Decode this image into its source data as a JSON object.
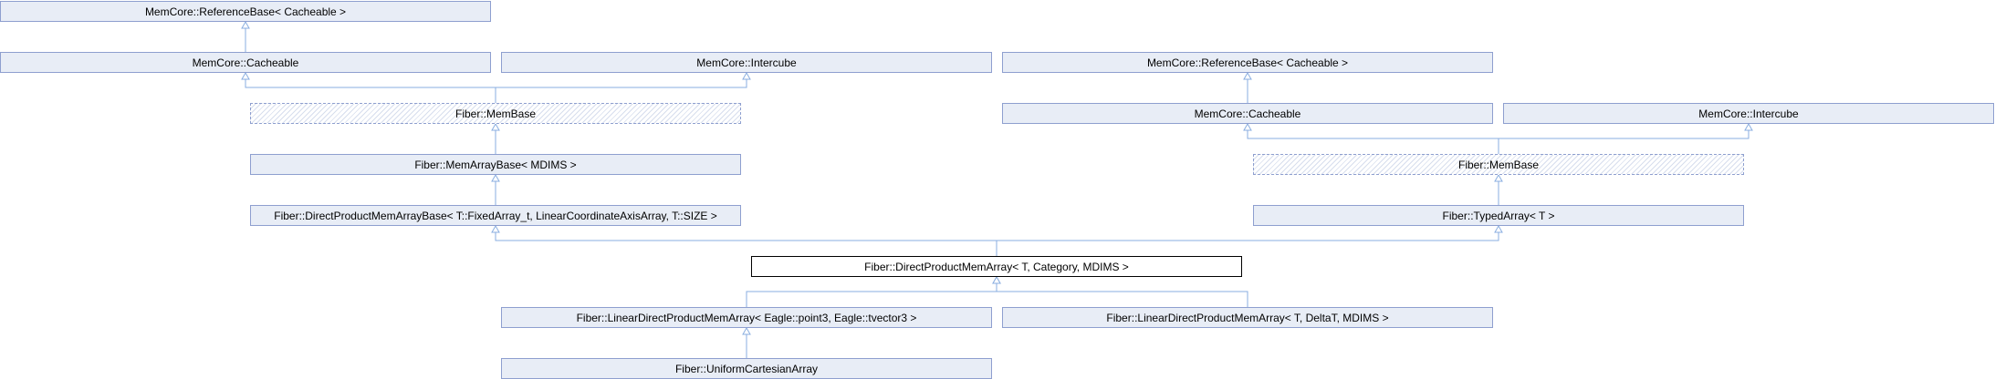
{
  "colors": {
    "edge": "#8aaee0",
    "node_fill": "#e8edf6",
    "node_border": "#8e9fcf",
    "focus_border": "#000000"
  },
  "nodes": {
    "refbase_left": "MemCore::ReferenceBase< Cacheable >",
    "cacheable_left": "MemCore::Cacheable",
    "intercube_left": "MemCore::Intercube",
    "refbase_right": "MemCore::ReferenceBase< Cacheable >",
    "membase_left": "Fiber::MemBase",
    "cacheable_right": "MemCore::Cacheable",
    "intercube_right": "MemCore::Intercube",
    "memarraybase": "Fiber::MemArrayBase< MDIMS >",
    "membase_right": "Fiber::MemBase",
    "directproductbase": "Fiber::DirectProductMemArrayBase< T::FixedArray_t, LinearCoordinateAxisArray, T::SIZE >",
    "typedarray": "Fiber::TypedArray< T >",
    "directproduct": "Fiber::DirectProductMemArray< T, Category, MDIMS >",
    "lineardp_eagle": "Fiber::LinearDirectProductMemArray< Eagle::point3, Eagle::tvector3 >",
    "lineardp_delta": "Fiber::LinearDirectProductMemArray< T, DeltaT, MDIMS >",
    "uniformcartesian": "Fiber::UniformCartesianArray"
  }
}
